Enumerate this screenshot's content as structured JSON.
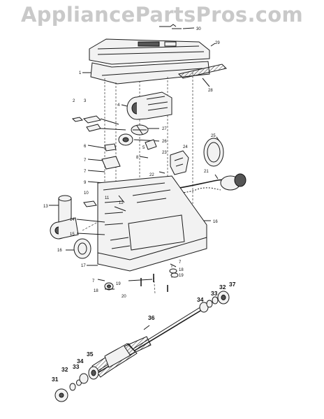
{
  "watermark": "AppliancePartsPros.com",
  "labels": {
    "l1": "1",
    "l2": "2",
    "l3": "3",
    "l4": "4",
    "l5": "5",
    "l6": "6",
    "l7a": "7",
    "l7b": "7",
    "l7c": "7",
    "l7d": "7",
    "l8": "8",
    "l9": "9",
    "l10": "10",
    "l11": "11",
    "l12": "12",
    "l13": "13",
    "l14": "14",
    "l15": "15",
    "l16a": "16",
    "l16b": "16",
    "l17": "17",
    "l18a": "18",
    "l18b": "18",
    "l19a": "19",
    "l19b": "19",
    "l20": "20",
    "l21": "21",
    "l22": "22",
    "l23": "23",
    "l24": "24",
    "l25": "25",
    "l26": "26",
    "l27": "27",
    "l28": "28",
    "l29": "29",
    "l30": "30",
    "l31": "31",
    "l32a": "32",
    "l32b": "32",
    "l33a": "33",
    "l33b": "33",
    "l34a": "34",
    "l34b": "34",
    "l35": "35",
    "l36": "36",
    "l37": "37"
  }
}
